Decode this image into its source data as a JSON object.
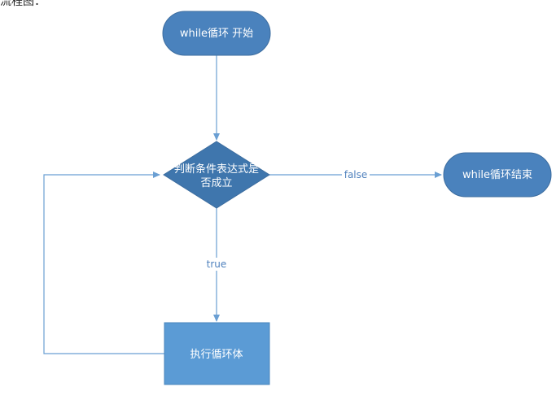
{
  "caption": "流程图：",
  "colors": {
    "terminal_fill": "#4a82bd",
    "terminal_stroke": "#3d6d9f",
    "decision_fill": "#3f76ad",
    "process_fill": "#5b9bd5",
    "process_stroke": "#4a86bc",
    "connector": "#6a9fd3",
    "edge_label": "#4f81bd",
    "node_text": "#ffffff"
  },
  "nodes": {
    "start": {
      "label": "while循环 开始"
    },
    "condition": {
      "line1": "判断条件表达式是",
      "line2": "否成立"
    },
    "end": {
      "label": "while循环结束"
    },
    "body": {
      "label": "执行循环体"
    }
  },
  "edges": {
    "false_label": "false",
    "true_label": "true"
  }
}
